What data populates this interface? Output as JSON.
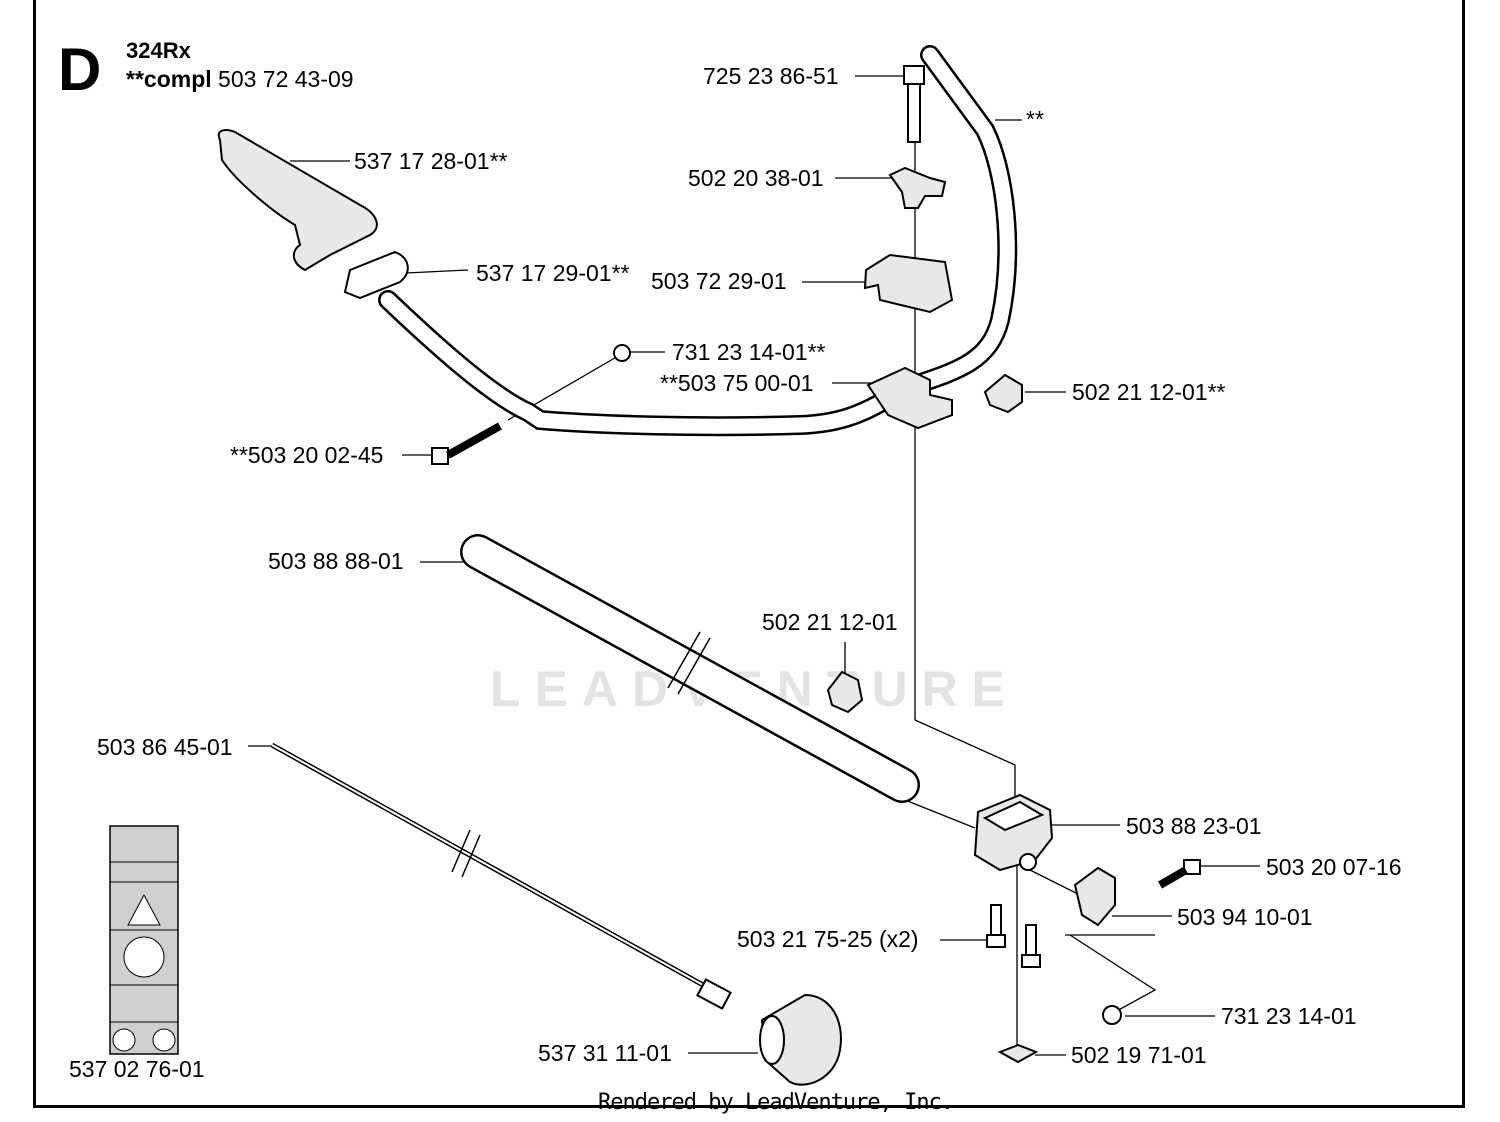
{
  "header": {
    "section_letter": "D",
    "model": "324Rx",
    "compl_prefix": "**compl",
    "compl_number": "503 72 43-09"
  },
  "parts": {
    "bolt_top": "725 23 86-51",
    "handle_mark": "**",
    "grip": "537 17 28-01**",
    "wing_nut": "502 20 38-01",
    "grip_clamp": "537 17 29-01**",
    "clamp_top": "503 72 29-01",
    "nut_left": "731 23 14-01**",
    "handle_clamp": "**503 75 00-01",
    "knob_right": "502 21 12-01**",
    "screw_left": "**503 20 02-45",
    "tube": "503 88 88-01",
    "knob_tube": "502 21 12-01",
    "drive_shaft": "503 86 45-01",
    "bracket": "503 88 23-01",
    "screw_right": "503 20 07-16",
    "clip": "503 94 10-01",
    "screws_x2": "503 21 75-25 (x2)",
    "nut_bottom": "731 23 14-01",
    "decal": "537 02 76-01",
    "cup": "537 31 11-01",
    "square_nut": "502 19 71-01"
  },
  "watermark": "LEADVENTURE",
  "credit": "Rendered by LeadVenture, Inc."
}
